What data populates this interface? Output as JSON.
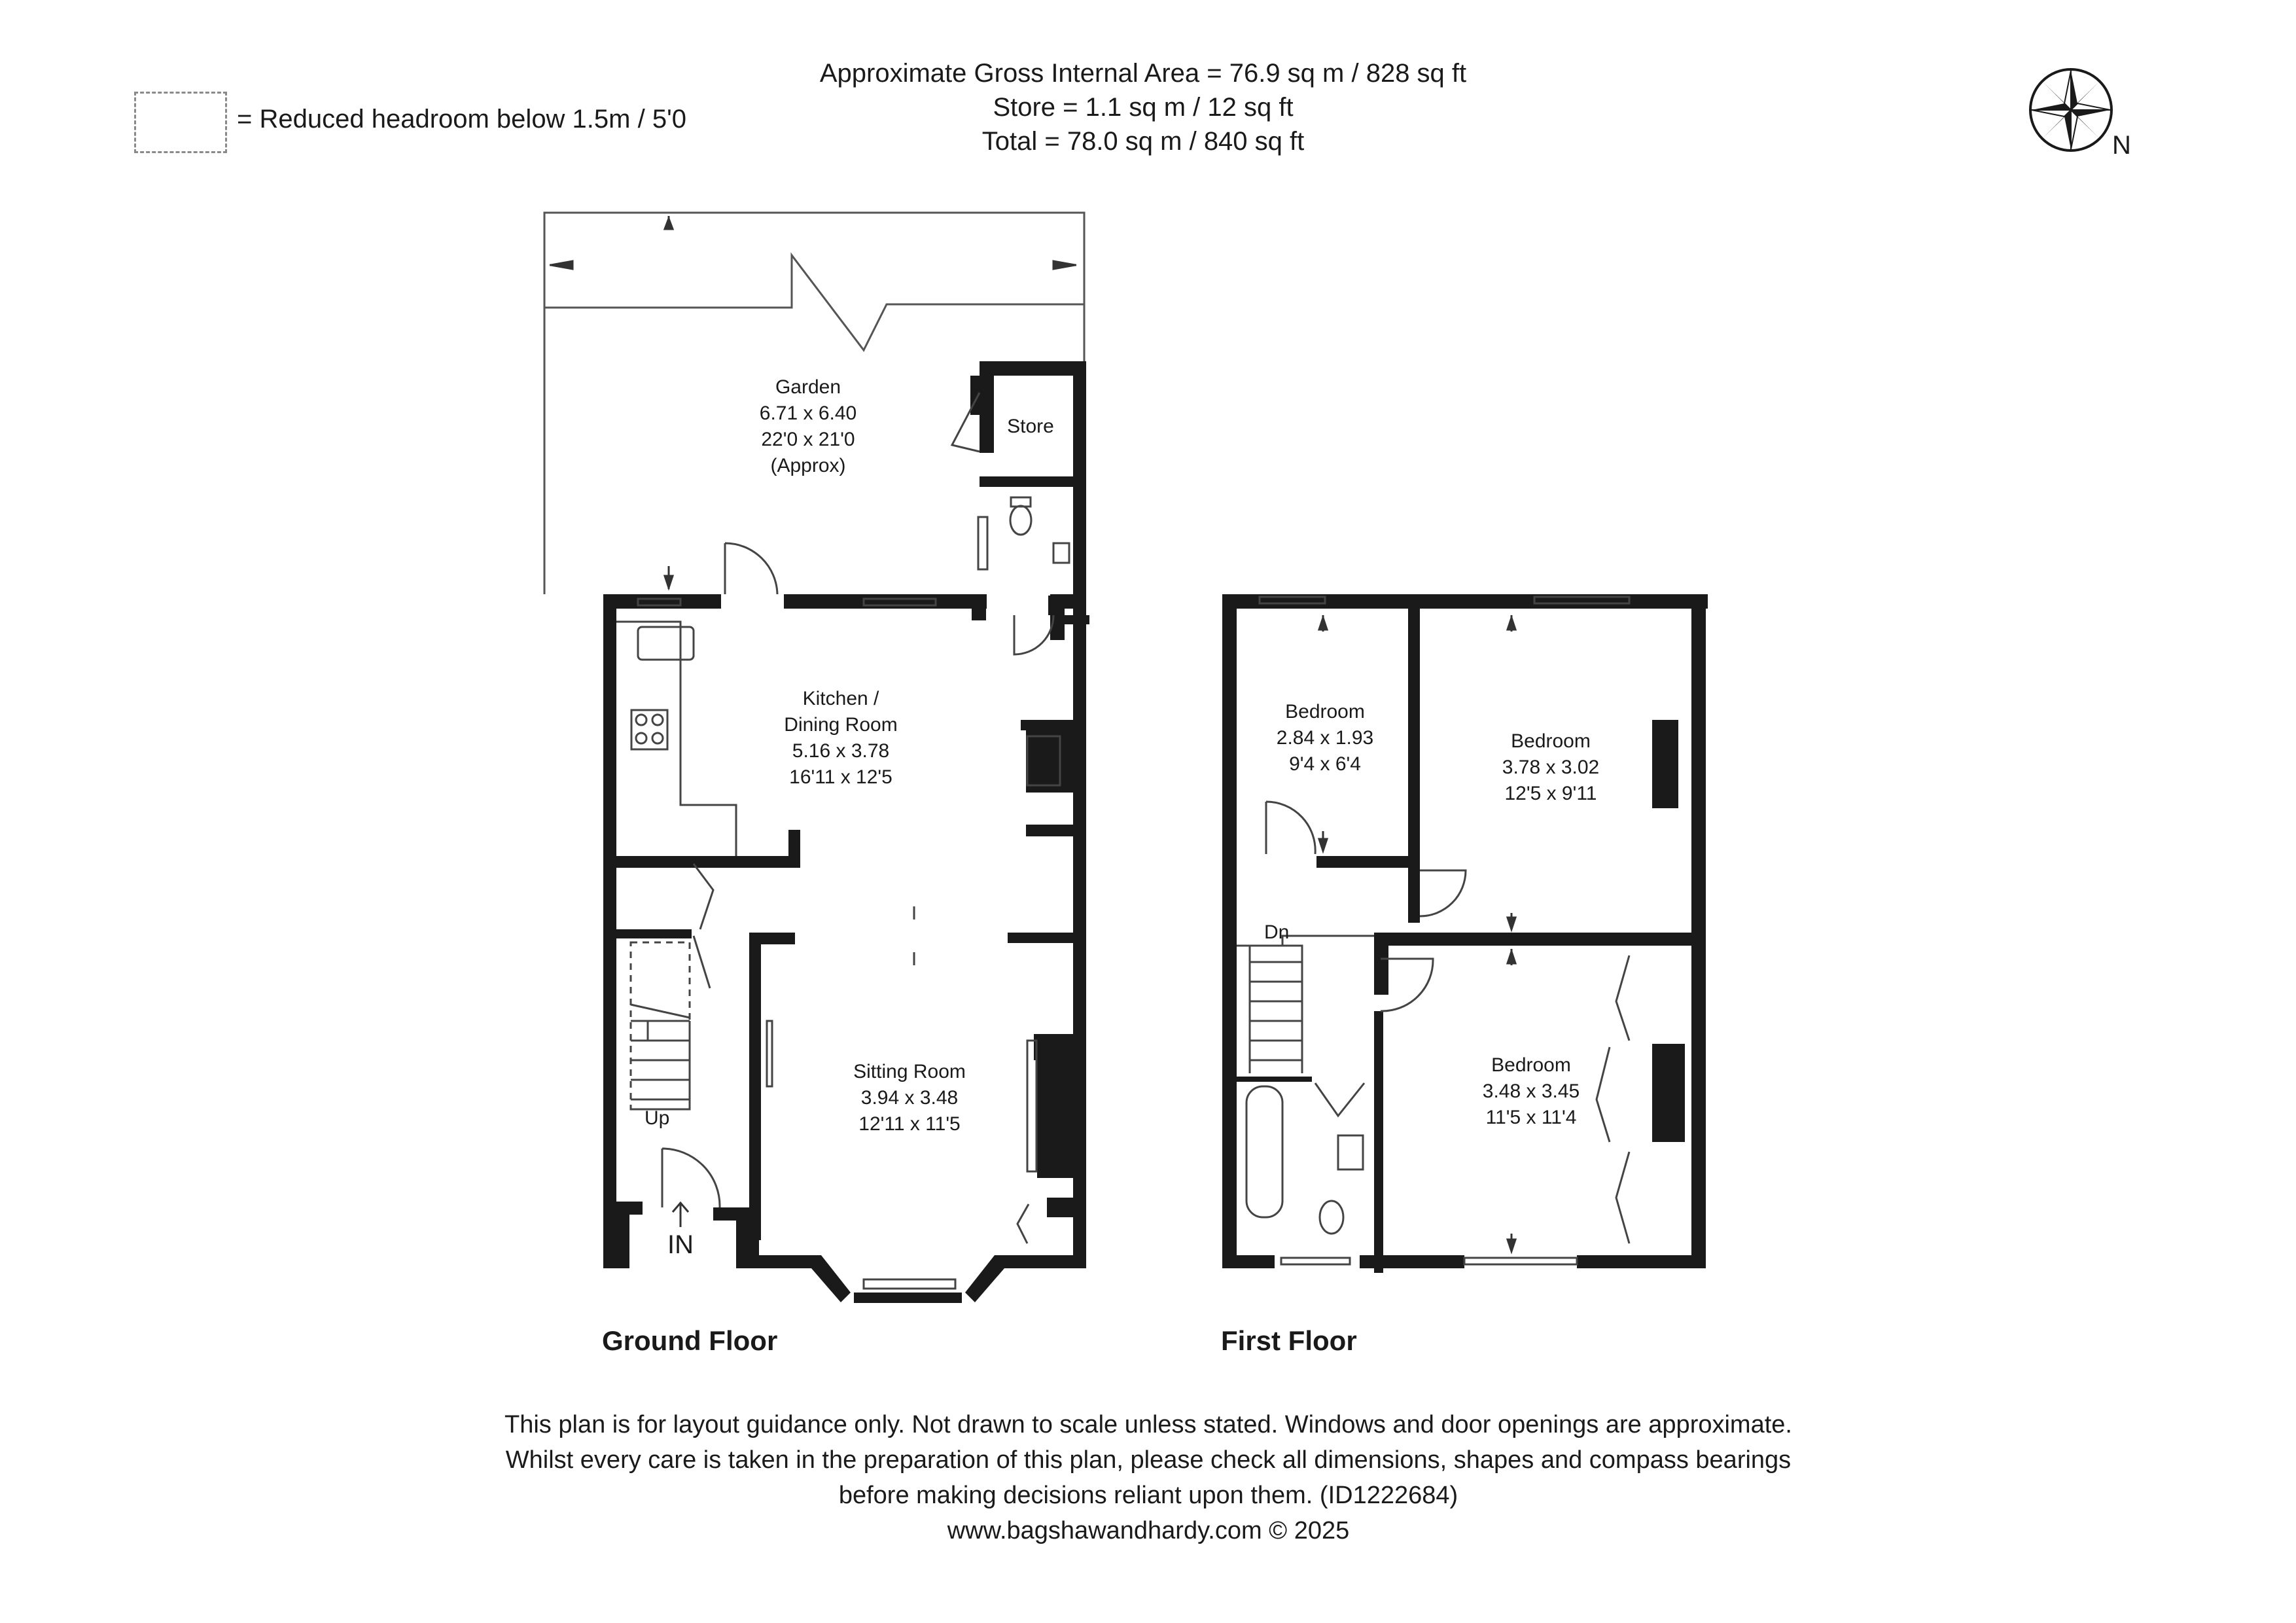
{
  "header": {
    "gross_area": "Approximate Gross Internal Area = 76.9 sq m / 828 sq ft",
    "store_area": "Store = 1.1 sq m / 12 sq ft",
    "total_area": "Total = 78.0 sq m / 840 sq ft"
  },
  "legend": {
    "label": "= Reduced headroom below 1.5m / 5'0"
  },
  "compass": {
    "north_label": "N",
    "icon": "compass-rose-icon"
  },
  "ground_floor": {
    "title": "Ground Floor",
    "garden": {
      "name": "Garden",
      "metric": "6.71 x 6.40",
      "imperial": "22'0 x 21'0",
      "note": "(Approx)"
    },
    "store": {
      "name": "Store"
    },
    "kitchen": {
      "name_line1": "Kitchen /",
      "name_line2": "Dining Room",
      "metric": "5.16 x 3.78",
      "imperial": "16'11 x 12'5"
    },
    "sitting": {
      "name": "Sitting Room",
      "metric": "3.94 x 3.48",
      "imperial": "12'11 x 11'5"
    },
    "stairs_label": "Up",
    "entrance_label": "IN"
  },
  "first_floor": {
    "title": "First Floor",
    "bedroom_small": {
      "name": "Bedroom",
      "metric": "2.84 x 1.93",
      "imperial": "9'4 x 6'4"
    },
    "bedroom_large": {
      "name": "Bedroom",
      "metric": "3.78 x 3.02",
      "imperial": "12'5 x 9'11"
    },
    "bedroom_front": {
      "name": "Bedroom",
      "metric": "3.48 x 3.45",
      "imperial": "11'5 x 11'4"
    },
    "stairs_label": "Dn"
  },
  "footer": {
    "line1": "This plan is for layout guidance only. Not drawn to scale unless stated. Windows and door openings are approximate.",
    "line2": "Whilst every care is taken in the preparation of this plan, please check all dimensions, shapes and compass bearings",
    "line3": "before making decisions reliant upon them. (ID1222684)",
    "line4": "www.bagshawandhardy.com © 2025"
  }
}
